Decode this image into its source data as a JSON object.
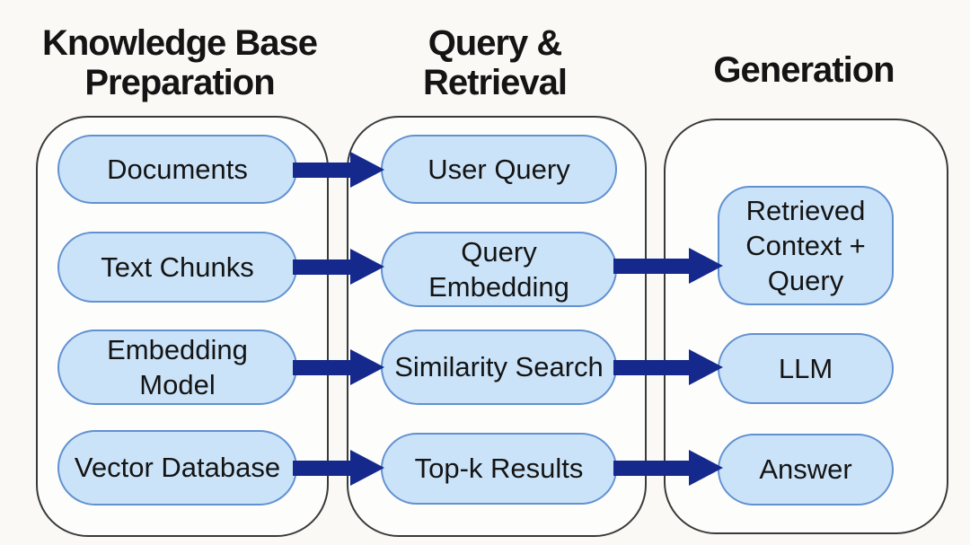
{
  "diagram": {
    "type": "flowchart",
    "topic": "Retrieval-Augmented Generation (RAG) pipeline",
    "colors": {
      "background": "#faf9f6",
      "node_fill": "#cbe3f8",
      "node_border": "#6191d1",
      "arrow": "#15298d",
      "container_border": "#3a3a3a",
      "text": "#141414"
    },
    "columns": [
      {
        "title": "Knowledge Base Preparation",
        "nodes": [
          "Documents",
          "Text Chunks",
          "Embedding Model",
          "Vector Database"
        ]
      },
      {
        "title": "Query & Retrieval",
        "nodes": [
          "User Query",
          "Query Embedding",
          "Similarity Search",
          "Top-k Results"
        ]
      },
      {
        "title": "Generation",
        "nodes": [
          "Retrieved Context + Query",
          "LLM",
          "Answer"
        ]
      }
    ],
    "edges": [
      {
        "from": "Documents",
        "to": "User Query"
      },
      {
        "from": "Text Chunks",
        "to": "Query Embedding"
      },
      {
        "from": "Embedding Model",
        "to": "Similarity Search"
      },
      {
        "from": "Vector Database",
        "to": "Top-k Results"
      },
      {
        "from": "Query Embedding",
        "to": "Retrieved Context + Query"
      },
      {
        "from": "Similarity Search",
        "to": "LLM"
      },
      {
        "from": "Top-k Results",
        "to": "Answer"
      }
    ]
  }
}
